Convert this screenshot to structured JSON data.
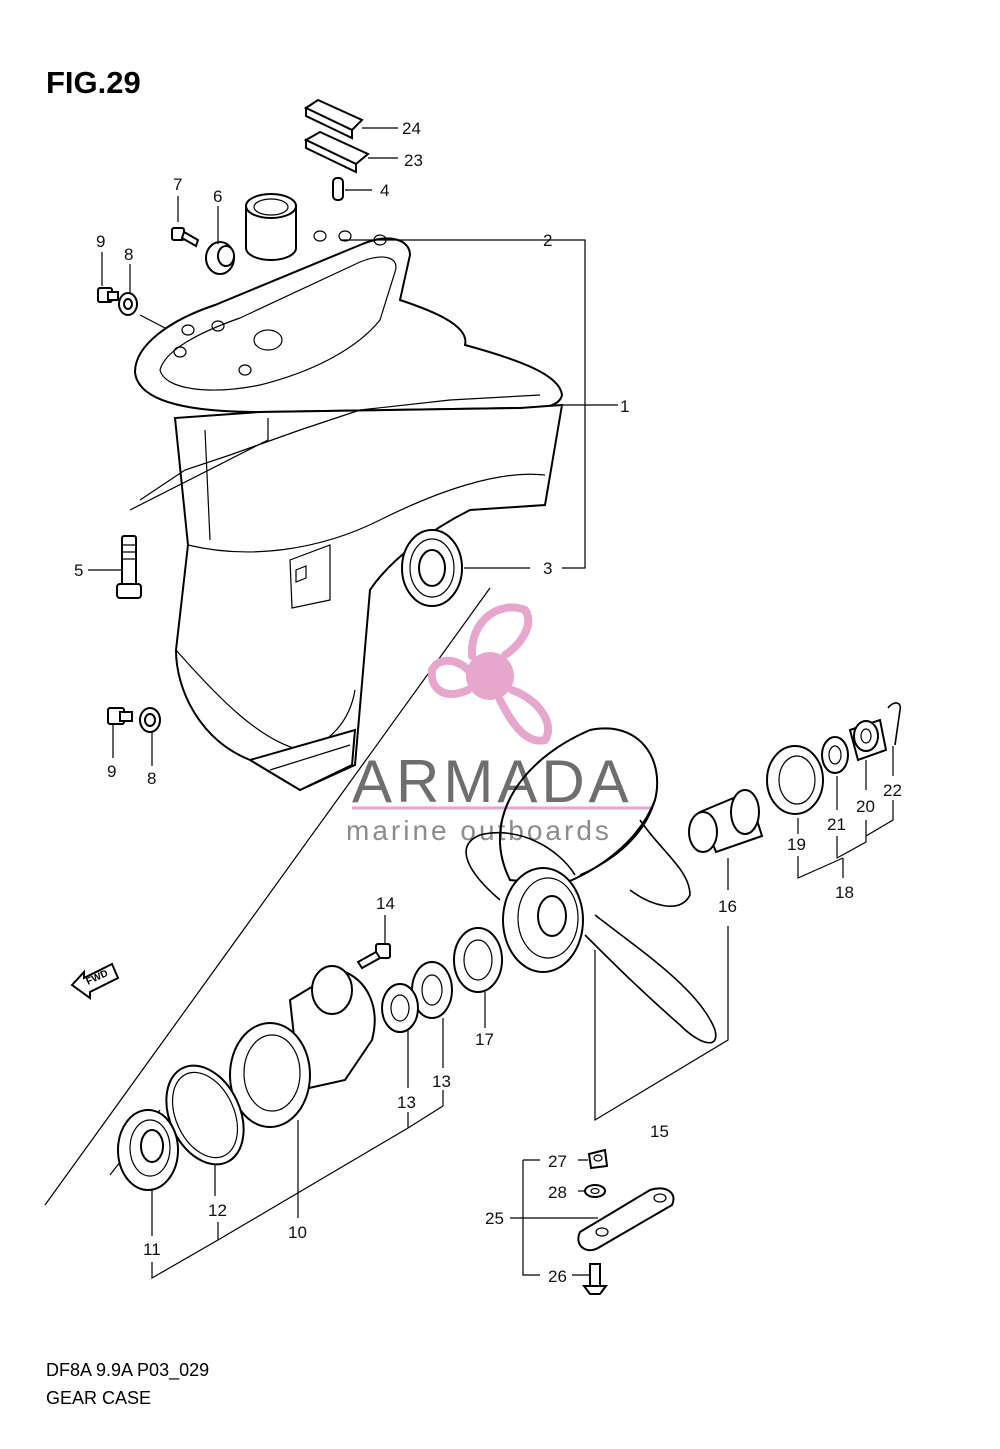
{
  "figure": {
    "title": "FIG.29",
    "model_code": "DF8A 9.9A P03_029",
    "caption": "GEAR CASE"
  },
  "watermark": {
    "brand": "ARMADA",
    "tagline": "marine outboards",
    "logo_color": "#e7a6cc",
    "text_color": "#6e6e6e"
  },
  "forward_marker": "FWD",
  "callouts": [
    {
      "id": "c1",
      "label": "1"
    },
    {
      "id": "c2",
      "label": "2"
    },
    {
      "id": "c3",
      "label": "3"
    },
    {
      "id": "c4",
      "label": "4"
    },
    {
      "id": "c5",
      "label": "5"
    },
    {
      "id": "c6",
      "label": "6"
    },
    {
      "id": "c7",
      "label": "7"
    },
    {
      "id": "c8a",
      "label": "8"
    },
    {
      "id": "c8b",
      "label": "8"
    },
    {
      "id": "c9a",
      "label": "9"
    },
    {
      "id": "c9b",
      "label": "9"
    },
    {
      "id": "c10",
      "label": "10"
    },
    {
      "id": "c11",
      "label": "11"
    },
    {
      "id": "c12",
      "label": "12"
    },
    {
      "id": "c13a",
      "label": "13"
    },
    {
      "id": "c13b",
      "label": "13"
    },
    {
      "id": "c14",
      "label": "14"
    },
    {
      "id": "c15",
      "label": "15"
    },
    {
      "id": "c16",
      "label": "16"
    },
    {
      "id": "c17",
      "label": "17"
    },
    {
      "id": "c18",
      "label": "18"
    },
    {
      "id": "c19",
      "label": "19"
    },
    {
      "id": "c20",
      "label": "20"
    },
    {
      "id": "c21",
      "label": "21"
    },
    {
      "id": "c22",
      "label": "22"
    },
    {
      "id": "c23",
      "label": "23"
    },
    {
      "id": "c24",
      "label": "24"
    },
    {
      "id": "c25",
      "label": "25"
    },
    {
      "id": "c26",
      "label": "26"
    },
    {
      "id": "c27",
      "label": "27"
    },
    {
      "id": "c28",
      "label": "28"
    }
  ]
}
